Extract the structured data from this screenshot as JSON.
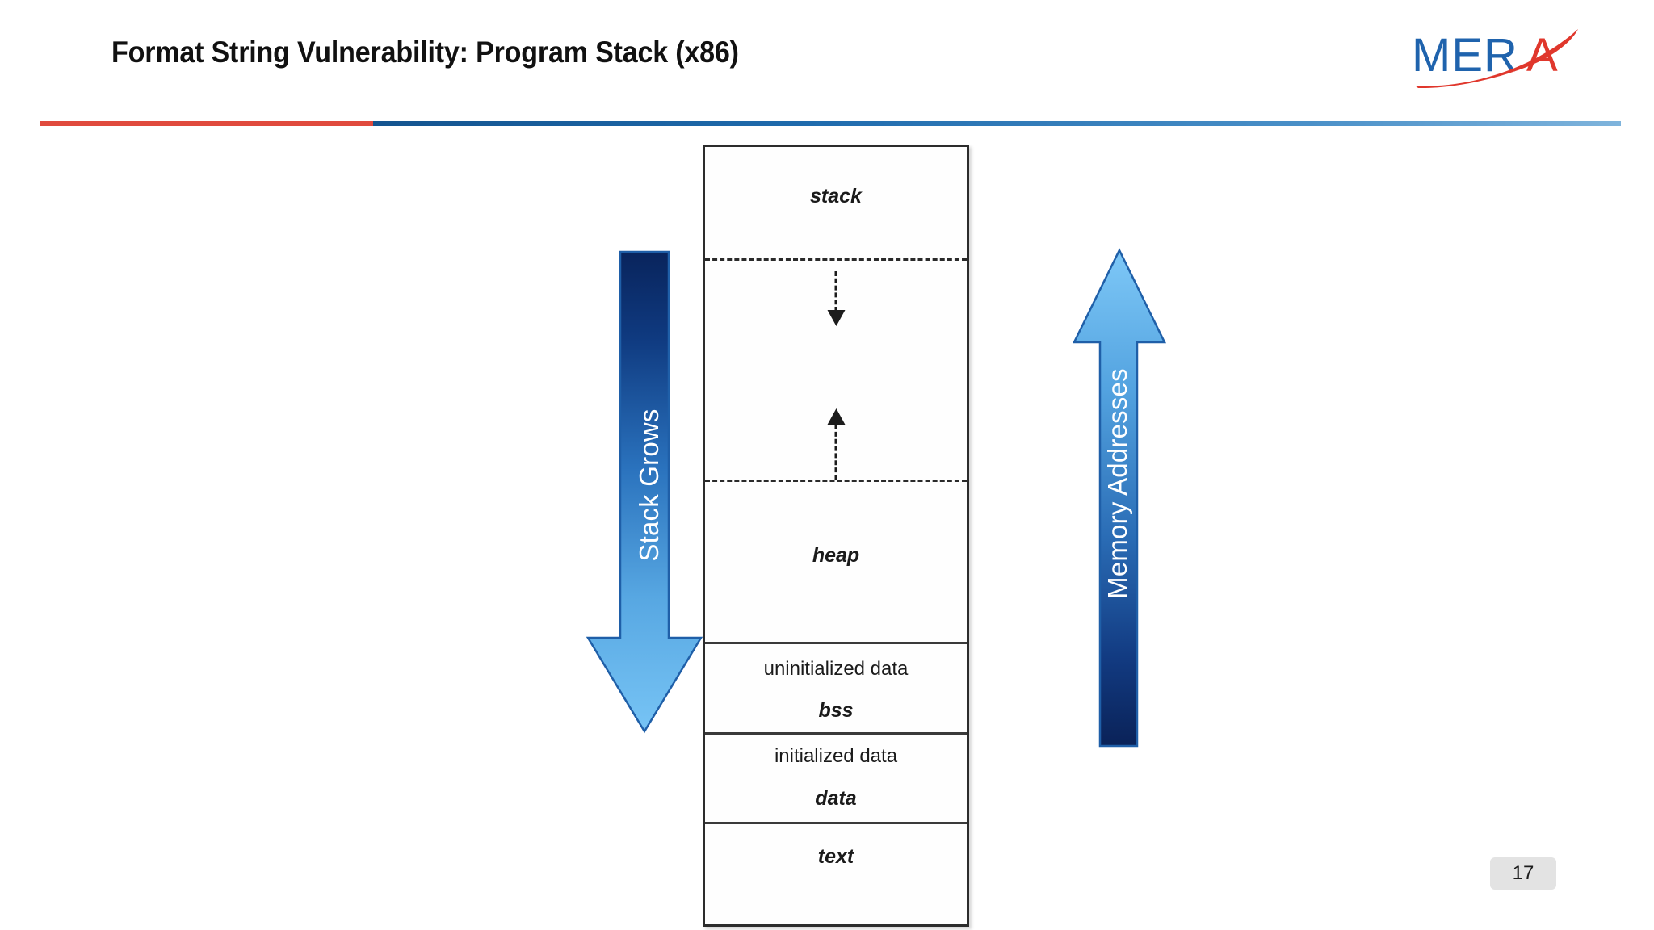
{
  "slide": {
    "title": "Format String Vulnerability: Program Stack (x86)",
    "page_number": "17"
  },
  "logo": {
    "text_blue": "MER",
    "text_red": "A",
    "blue": "#1f63ad",
    "red": "#e0372c",
    "alt": "MERA logo"
  },
  "divider": {
    "red": "#e04a3d",
    "blue_dark": "#14548f",
    "blue_light": "#7fb4dc"
  },
  "diagram": {
    "segments": [
      {
        "id": "stack",
        "label": "stack",
        "style": "bolditalic"
      },
      {
        "id": "gap",
        "label": "",
        "style": "none"
      },
      {
        "id": "heap",
        "label": "heap",
        "style": "bolditalic"
      },
      {
        "id": "bss",
        "label_plain": "uninitialized data",
        "label": "bss",
        "style": "bolditalic"
      },
      {
        "id": "data",
        "label_plain": "initialized data",
        "label": "data",
        "style": "bolditalic"
      },
      {
        "id": "text",
        "label": "text",
        "style": "bolditalic"
      }
    ]
  },
  "arrows": {
    "stack_grows": {
      "label": "Stack Grows",
      "direction": "down",
      "gradient_start": "#0b2a62",
      "gradient_end": "#6cbdf0",
      "outline": "#1f5fa8"
    },
    "memory_addresses": {
      "label": "Memory Addresses",
      "direction": "up",
      "gradient_start": "#6cbdf0",
      "gradient_end": "#0b2a62",
      "outline": "#1f5fa8"
    }
  }
}
